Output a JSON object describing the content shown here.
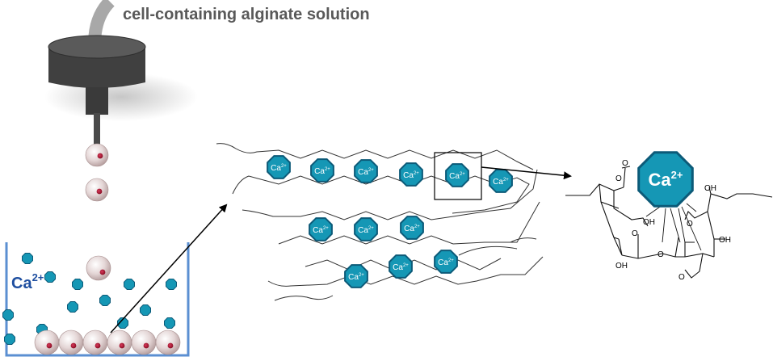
{
  "labels": {
    "solution": "cell-containing alginate solution",
    "bath_ion": "Ca",
    "bath_ion_charge": "2+",
    "chain_ion": "Ca",
    "chain_ion_charge": "2+",
    "zoom_ion": "Ca",
    "zoom_ion_charge": "2+",
    "oh": "OH",
    "o": "O"
  },
  "colors": {
    "ion_fill": "#1597b5",
    "ion_stroke": "#0c5a78",
    "bath": "#5b8fd2",
    "nozzle": "#404040",
    "arrow_gray": "#a8a8a8",
    "bead": "#d9c9c9",
    "cell": "#a8122e",
    "ion_label_blue": "#1f4fa0"
  }
}
